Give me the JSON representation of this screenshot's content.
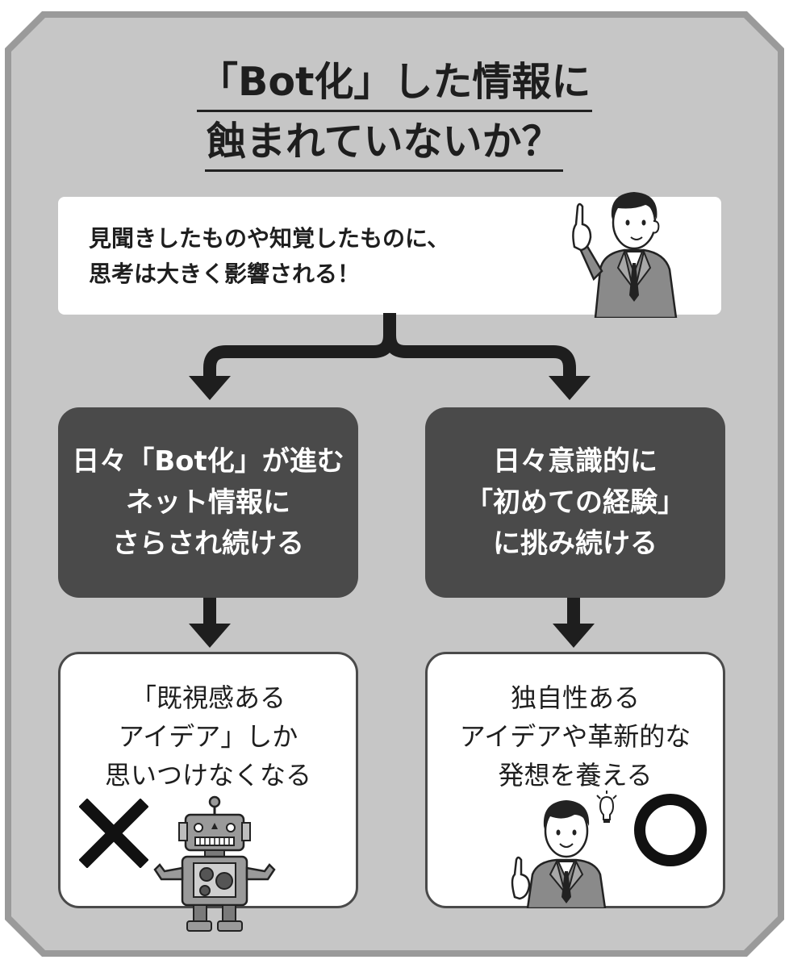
{
  "title": {
    "line1": "「Bot化」した情報に",
    "line2": "蝕まれていないか？"
  },
  "statement": {
    "line1": "見聞きしたものや知覚したものに、",
    "line2": "思考は大きく影響される！"
  },
  "left_branch": {
    "cause_lines": [
      "日々「Bot化」が進む",
      "ネット情報に",
      "さらされ続ける"
    ],
    "result_lines": [
      "「既視感ある",
      "アイデア」しか",
      "思いつけなくなる"
    ],
    "verdict_icon": "cross-mark-icon",
    "illustration_icon": "robot-icon"
  },
  "right_branch": {
    "cause_lines": [
      "日々意識的に",
      "「初めての経験」",
      "に挑み続ける"
    ],
    "result_lines": [
      "独自性ある",
      "アイデアや革新的な",
      "発想を養える"
    ],
    "verdict_icon": "circle-mark-icon",
    "illustration_icon": "idea-person-icon"
  },
  "colors": {
    "outer_frame": "#c6c6c6",
    "dark_box": "#4a4a4a",
    "text": "#1e1e1e",
    "arrow": "#1e1e1e"
  }
}
